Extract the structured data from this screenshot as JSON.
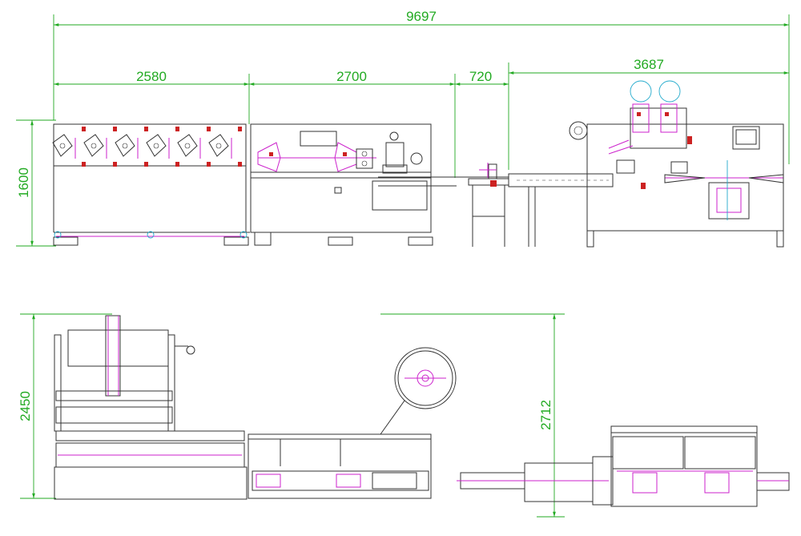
{
  "dimensions": {
    "total_length": "9697",
    "section_1": "2580",
    "section_2": "2700",
    "section_3": "720",
    "section_4": "3687",
    "front_height": "1600",
    "side_height_left": "2450",
    "side_height_right": "2712"
  },
  "colors": {
    "machine_lines": "#333333",
    "dimension_lines": "#22aa22",
    "highlight_magenta": "#cc22cc",
    "accent_red": "#cc2222",
    "accent_cyan": "#22aacc"
  }
}
